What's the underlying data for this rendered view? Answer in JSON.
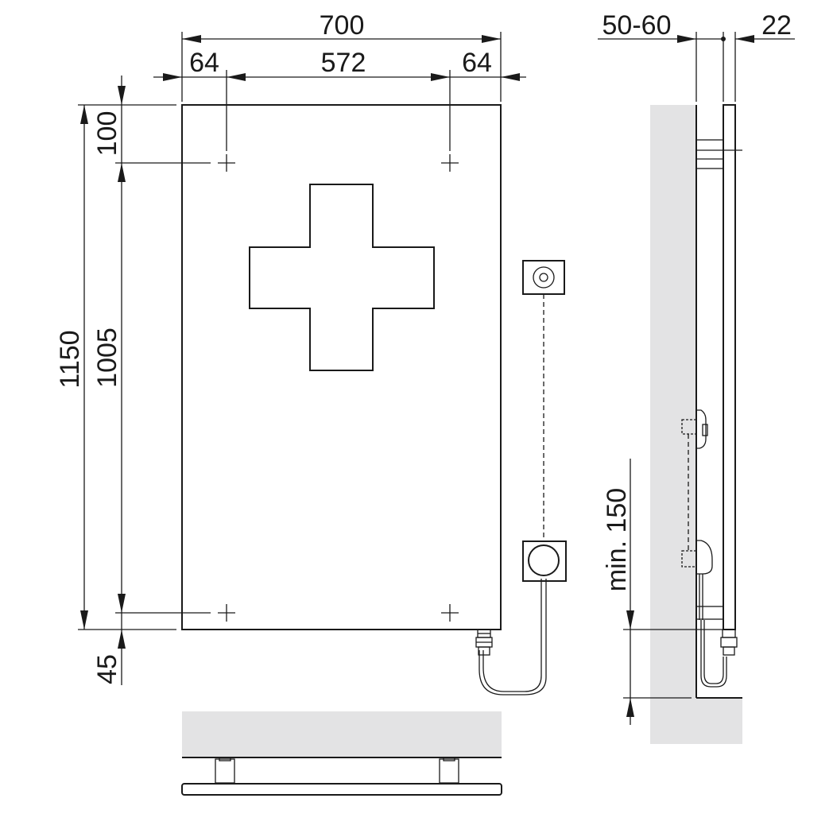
{
  "front_view": {
    "overall_width": "700",
    "edge_offset_left": "64",
    "hole_spacing_horizontal": "572",
    "edge_offset_right": "64",
    "overall_height": "1150",
    "top_offset": "100",
    "hole_spacing_vertical": "1005",
    "bottom_offset": "45"
  },
  "side_view": {
    "wall_distance": "50-60",
    "panel_depth": "22",
    "min_floor_clearance": "min. 150"
  },
  "colors": {
    "line": "#1a1a1a",
    "wall": "#e3e3e4",
    "background": "#ffffff"
  }
}
